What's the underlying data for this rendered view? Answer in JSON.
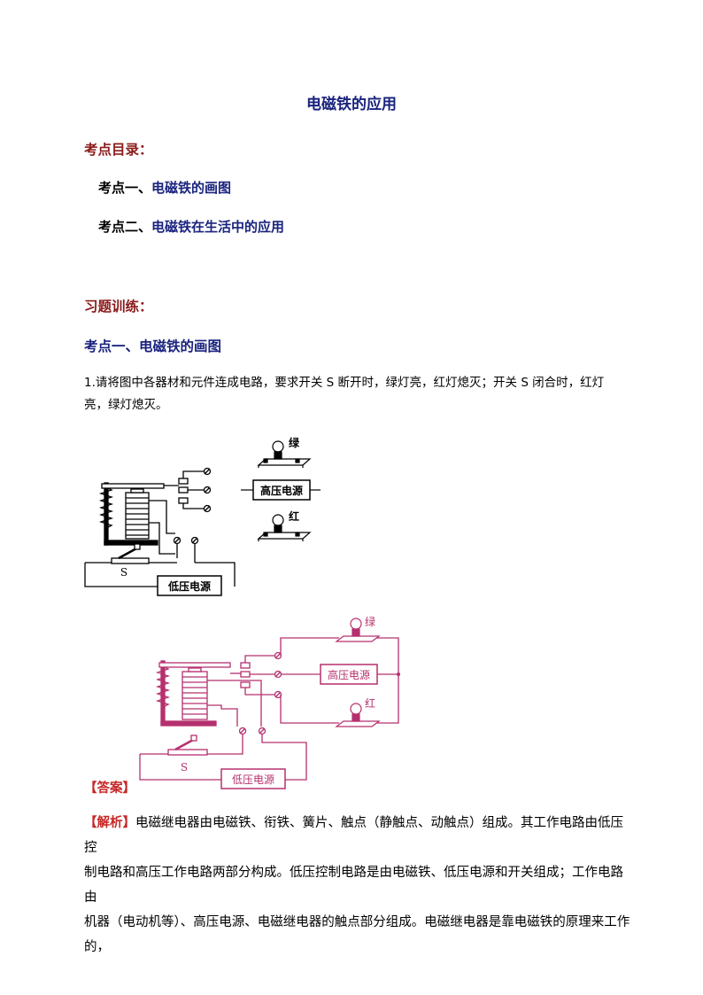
{
  "doc": {
    "title": "电磁铁的应用",
    "toc_heading": "考点目录：",
    "toc": [
      {
        "prefix": "考点一、",
        "text": "电磁铁的画图"
      },
      {
        "prefix": "考点二、",
        "text": "电磁铁在生活中的应用"
      }
    ],
    "practice_heading": "习题训练：",
    "point1_heading": "考点一、电磁铁的画图",
    "question1_line1": "1.请将图中各器材和元件连成电路，要求开关 S 断开时，绿灯亮，红灯熄灭；开关 S 闭合时，红灯",
    "question1_line2": "亮，绿灯熄灭。",
    "answer_tag": "【答案】",
    "analysis_tag": "【解析】",
    "analysis_line1": "电磁继电器由电磁铁、衔铁、簧片、触点（静触点、动触点）组成。其工作电路由低压控",
    "analysis_line2": "制电路和高压工作电路两部分构成。低压控制电路是由电磁铁、低压电源和开关组成；工作电路由",
    "analysis_line3": "机器（电动机等）、高压电源、电磁继电器的触点部分组成。电磁继电器是靠电磁铁的原理来工作的，"
  },
  "figure1": {
    "green_label": "绿",
    "red_label": "红",
    "high_voltage_label": "高压电源",
    "low_voltage_label": "低压电源",
    "switch_label": "S"
  },
  "figure2": {
    "green_label": "绿",
    "red_label": "红",
    "high_voltage_label": "高压电源",
    "low_voltage_label": "低压电源",
    "switch_label": "S"
  },
  "colors": {
    "title": "#1a237e",
    "section": "#8b1a1a",
    "tag": "#c62828",
    "answer_circuit": "#b5306e"
  }
}
